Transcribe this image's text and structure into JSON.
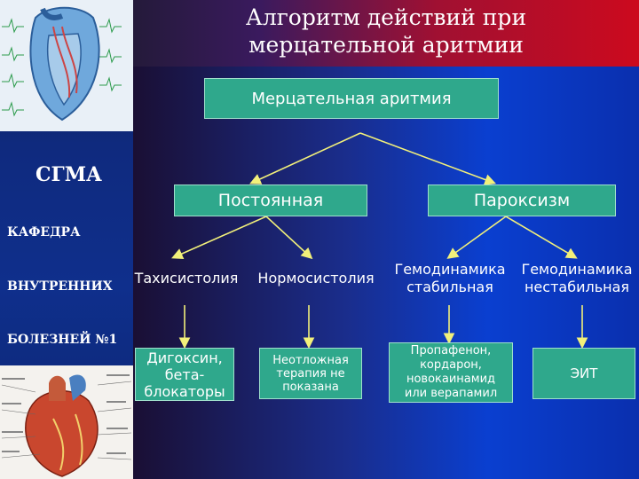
{
  "title": {
    "line1": "Алгоритм действий при",
    "line2": "мерцательной аритмии"
  },
  "sidebar": {
    "org": "СГМА",
    "dept1": "КАФЕДРА",
    "dept2": "ВНУТРЕННИХ",
    "dept3": "БОЛЕЗНЕЙ №1"
  },
  "diagram": {
    "root": "Мерцательная аритмия",
    "branch_permanent": "Постоянная",
    "branch_paroxysm": "Пароксизм",
    "tachysystole": "Тахисистолия",
    "normosystole": "Нормосистолия",
    "hemo_stable": {
      "line1": "Гемодинамика",
      "line2": "стабильная"
    },
    "hemo_unstable": {
      "line1": "Гемодинамика",
      "line2": "нестабильная"
    },
    "treat_tachy": {
      "line1": "Дигоксин,",
      "line2": "бета-",
      "line3": "блокаторы"
    },
    "treat_normo": {
      "line1": "Неотложная",
      "line2": "терапия не",
      "line3": "показана"
    },
    "treat_stable": {
      "line1": "Пропафенон,",
      "line2": "кордарон,",
      "line3": "новокаинамид",
      "line4": "или верапамил"
    },
    "treat_unstable": "ЭИТ"
  },
  "colors": {
    "box": "#2fa88c",
    "arrow": "#f2f07a",
    "title_band": "#cc0a1e",
    "background": "#0a3fd0"
  }
}
